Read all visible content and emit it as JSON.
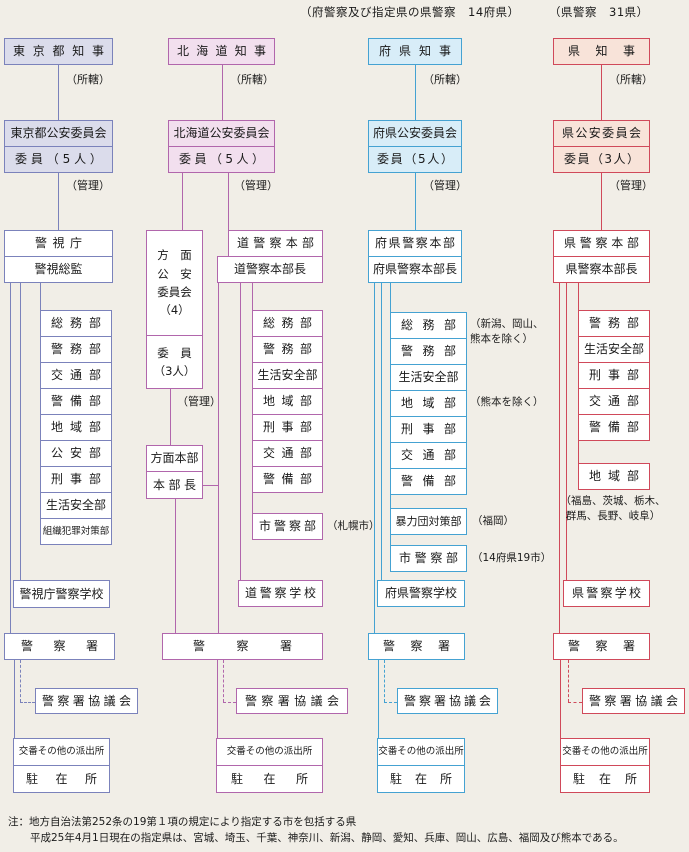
{
  "titles": {
    "left": "（府警察及び指定県の県警察　14府県）",
    "right": "（県警察　31県）"
  },
  "labels": {
    "jurisdiction": "（所轄）",
    "management": "（管理）"
  },
  "colors": {
    "tokyo": "#7b82bb",
    "hokkaido": "#b166ac",
    "designated_prefectures": "#45a2d2",
    "prefectures": "#d0495a",
    "background": "#f1eee7"
  },
  "columns": [
    {
      "governor": "東京都知事",
      "commission": {
        "name": "東京都公安委員会",
        "members": "委員（5人）"
      },
      "hq": {
        "name": "警視庁",
        "chief": "警視総監"
      },
      "departments": [
        {
          "name": "総務部"
        },
        {
          "name": "警務部"
        },
        {
          "name": "交通部"
        },
        {
          "name": "警備部"
        },
        {
          "name": "地域部"
        },
        {
          "name": "公安部"
        },
        {
          "name": "刑事部"
        },
        {
          "name": "生活安全部"
        },
        {
          "name": "組織犯罪対策部"
        }
      ],
      "school": "警視庁警察学校",
      "station": "警察署",
      "council": "警察署協議会",
      "substations": {
        "koban": "交番その他の派出所",
        "chuzaisho": "駐在所"
      }
    },
    {
      "governor": "北海道知事",
      "commission": {
        "name": "北海道公安委員会",
        "members": "委員（5人）"
      },
      "area_commission": {
        "name": "方　面\n公　安\n委員会\n（4）",
        "members": "委　員\n（3人）"
      },
      "area_hq": {
        "name": "方面本部",
        "chief": "本部長"
      },
      "hq": {
        "name": "道警察本部",
        "chief": "道警察本部長"
      },
      "departments": [
        {
          "name": "総務部"
        },
        {
          "name": "警務部"
        },
        {
          "name": "生活安全部"
        },
        {
          "name": "地域部"
        },
        {
          "name": "刑事部"
        },
        {
          "name": "交通部"
        },
        {
          "name": "警備部"
        }
      ],
      "extra_units": [
        {
          "name": "市警察部",
          "note": "（札幌市）"
        }
      ],
      "school": "道警察学校",
      "station": "警察署",
      "council": "警察署協議会",
      "substations": {
        "koban": "交番その他の派出所",
        "chuzaisho": "駐在所"
      }
    },
    {
      "governor": "府県知事",
      "commission": {
        "name": "府県公安委員会",
        "members": "委員（5人）"
      },
      "hq": {
        "name": "府県警察本部",
        "chief": "府県警察本部長"
      },
      "departments": [
        {
          "name": "総務部",
          "note": "（新潟、岡山、\n熊本を除く）"
        },
        {
          "name": "警務部"
        },
        {
          "name": "生活安全部"
        },
        {
          "name": "地域部",
          "note": "（熊本を除く）"
        },
        {
          "name": "刑事部"
        },
        {
          "name": "交通部"
        },
        {
          "name": "警備部"
        }
      ],
      "extra_units": [
        {
          "name": "暴力団対策部",
          "note": "（福岡）"
        },
        {
          "name": "市警察部",
          "note": "（14府県19市）"
        }
      ],
      "school": "府県警察学校",
      "station": "警察署",
      "council": "警察署協議会",
      "substations": {
        "koban": "交番その他の派出所",
        "chuzaisho": "駐在所"
      }
    },
    {
      "governor": "県知事",
      "commission": {
        "name": "県公安委員会",
        "members": "委員（3人）"
      },
      "hq": {
        "name": "県警察本部",
        "chief": "県警察本部長"
      },
      "departments": [
        {
          "name": "警務部"
        },
        {
          "name": "生活安全部"
        },
        {
          "name": "刑事部"
        },
        {
          "name": "交通部"
        },
        {
          "name": "警備部"
        }
      ],
      "extra_units": [
        {
          "name": "地域部",
          "note": "（福島、茨城、栃木、\n群馬、長野、岐阜）"
        }
      ],
      "school": "県警察学校",
      "station": "警察署",
      "council": "警察署協議会",
      "substations": {
        "koban": "交番その他の派出所",
        "chuzaisho": "駐在所"
      }
    }
  ],
  "footnote": {
    "line1": "注：地方自治法第252条の19第１項の規定により指定する市を包括する県",
    "line2": "平成25年4月1日現在の指定県は、宮城、埼玉、千葉、神奈川、新潟、静岡、愛知、兵庫、岡山、広島、福岡及び熊本である。"
  }
}
